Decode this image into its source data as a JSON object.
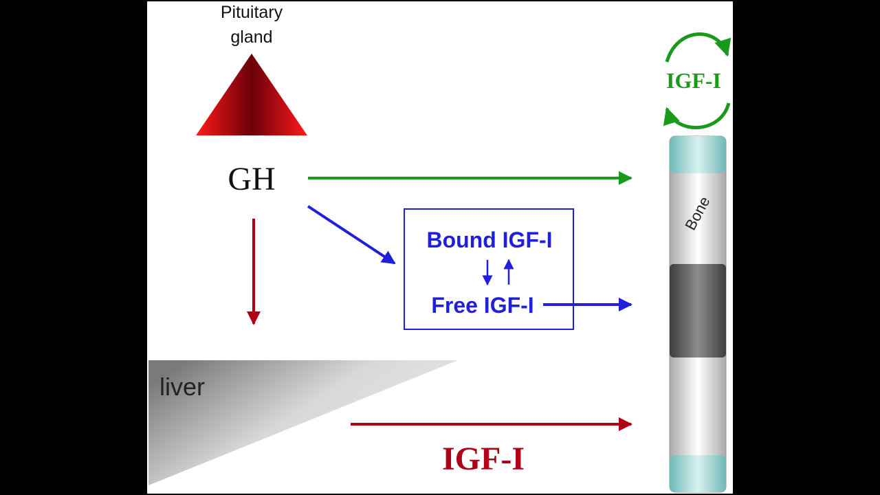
{
  "labels": {
    "pituitary_line1": "Pituitary",
    "pituitary_line2": "gland",
    "gh": "GH",
    "bound_igf": "Bound IGF-I",
    "free_igf": "Free IGF-I",
    "liver": "liver",
    "igf_bottom": "IGF-I",
    "igf_top": "IGF-I",
    "bone": "Bone"
  },
  "colors": {
    "background": "#000000",
    "panel": "#ffffff",
    "green": "#1a9a1a",
    "blue": "#1f1fdd",
    "dark_red": "#b00018",
    "black_text": "#111111"
  }
}
